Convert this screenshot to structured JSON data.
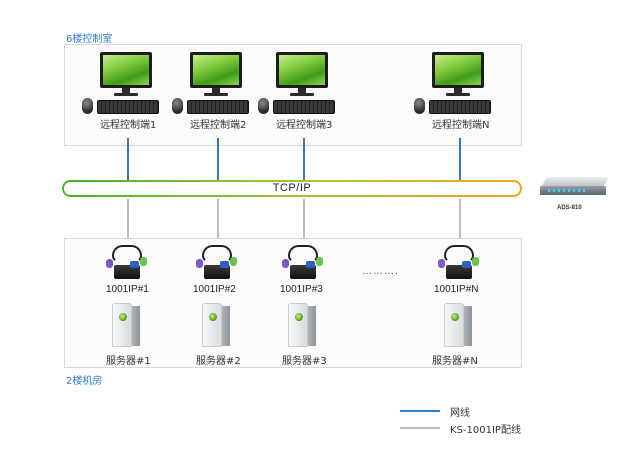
{
  "zones": {
    "top_label": "6楼控制室",
    "bottom_label": "2楼机房"
  },
  "workstations": [
    {
      "label": "远程控制端1"
    },
    {
      "label": "远程控制端2"
    },
    {
      "label": "远程控制端3"
    },
    {
      "label": "远程控制端N"
    }
  ],
  "network": {
    "label": "TCP/IP"
  },
  "device": {
    "label": "ADS-810"
  },
  "kvm_modules": [
    {
      "label": "1001IP#1"
    },
    {
      "label": "1001IP#2"
    },
    {
      "label": "1001IP#3"
    },
    {
      "label": "1001IP#N"
    }
  ],
  "ellipsis": "……….",
  "servers": [
    {
      "label": "服务器#1"
    },
    {
      "label": "服务器#2"
    },
    {
      "label": "服务器#3"
    },
    {
      "label": "服务器#N"
    }
  ],
  "legend": [
    {
      "label": "网线",
      "color": "#2b7bd0"
    },
    {
      "label": "KS-1001IP配线",
      "color": "#bdbdbd"
    }
  ]
}
